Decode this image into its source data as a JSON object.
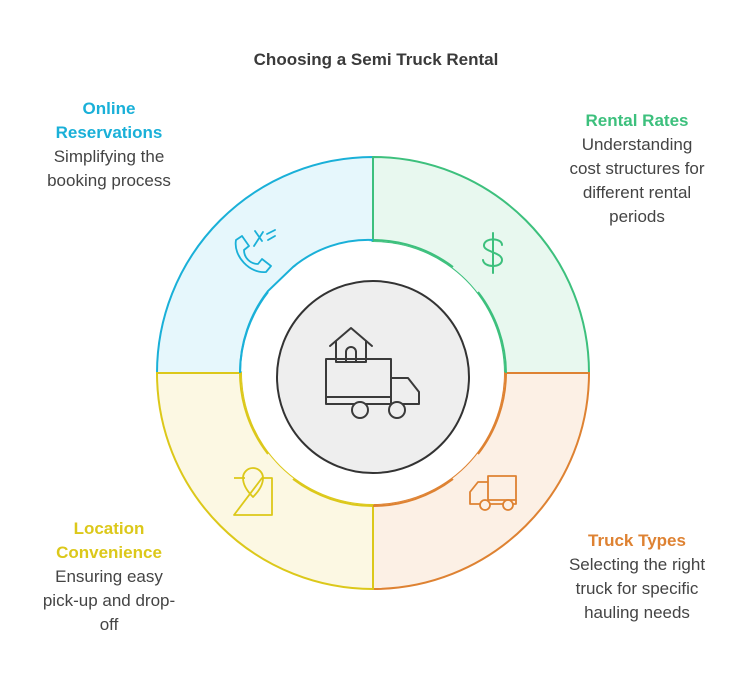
{
  "title": "Choosing a Semi Truck Rental",
  "segments": [
    {
      "id": "online",
      "title_lines": [
        "Online",
        "Reservations"
      ],
      "desc_lines": [
        "Simplifying the",
        "booking process"
      ],
      "color": "#1ab0d8",
      "fill": "#e6f7fc",
      "icon": "phone-dining-icon"
    },
    {
      "id": "rates",
      "title_lines": [
        "Rental Rates"
      ],
      "desc_lines": [
        "Understanding",
        "cost structures for",
        "different rental",
        "periods"
      ],
      "color": "#3dc07d",
      "fill": "#e8f8ef",
      "icon": "dollar-icon"
    },
    {
      "id": "types",
      "title_lines": [
        "Truck Types"
      ],
      "desc_lines": [
        "Selecting the right",
        "truck for specific",
        "hauling needs"
      ],
      "color": "#de8232",
      "fill": "#fcf0e5",
      "icon": "truck-icon"
    },
    {
      "id": "location",
      "title_lines": [
        "Location",
        "Convenience"
      ],
      "desc_lines": [
        "Ensuring easy",
        "pick-up and drop-",
        "off"
      ],
      "color": "#dcc81a",
      "fill": "#fcf8e3",
      "icon": "map-pin-icon"
    }
  ],
  "center": {
    "icon": "house-truck-icon",
    "fill": "#eeeeee"
  }
}
